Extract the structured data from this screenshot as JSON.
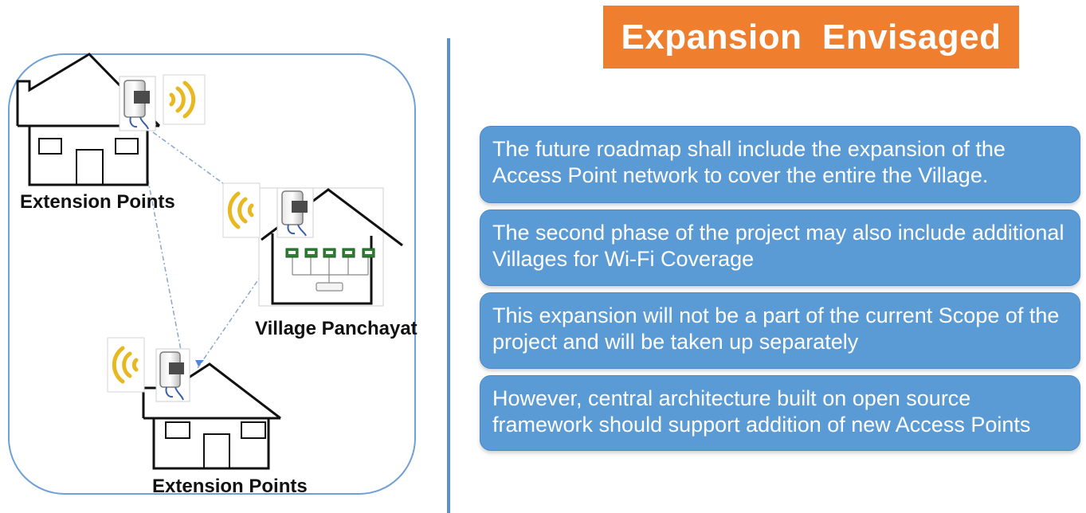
{
  "title": "Expansion  Envisaged",
  "diagram": {
    "labels": {
      "extension_top": "Extension Points",
      "village": "Village Panchayat",
      "extension_bottom": "Extension Points"
    }
  },
  "points": [
    "The future roadmap shall include the expansion of the Access Point network to cover the entire the Village.",
    "The second phase of the project may also include additional Villages for Wi-Fi Coverage",
    "This expansion will not be a part of the current Scope of the project and will be taken up separately",
    "However, central architecture built on open source framework should support addition of new Access Points"
  ],
  "colors": {
    "title_bg": "#ef7f2f",
    "box_bg": "#5b9bd5",
    "divider": "#5b8fd0",
    "signal": "#e8b820",
    "device": "#2e7d32"
  }
}
